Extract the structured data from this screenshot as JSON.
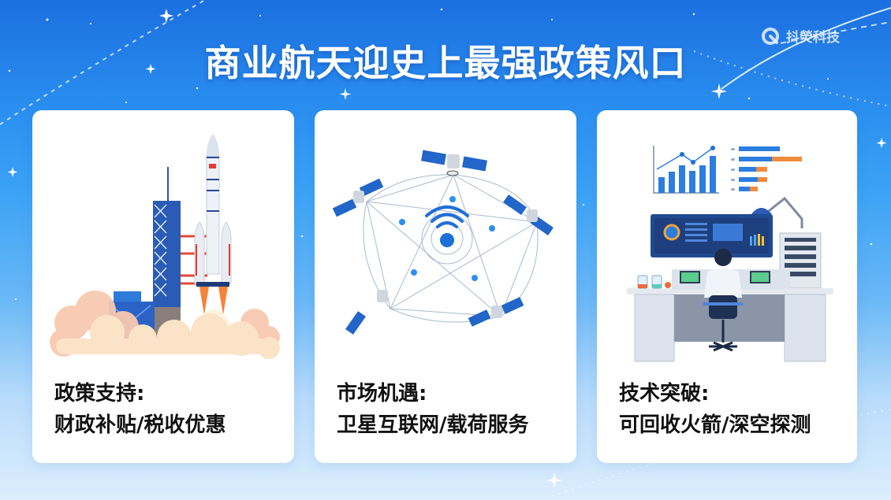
{
  "title": "商业航天迎史上最强政策风口",
  "brand": {
    "name": "抖熒科技",
    "logo_icon": "brand-logo-icon"
  },
  "cards": [
    {
      "heading": "政策支持:",
      "detail": "财政补贴/税收优惠",
      "illustration": "rocket-launch-icon"
    },
    {
      "heading": "市场机遇:",
      "detail": "卫星互联网/载荷服务",
      "illustration": "satellite-network-icon"
    },
    {
      "heading": "技术突破:",
      "detail": "可回收火箭/深空探测",
      "illustration": "research-lab-icon"
    }
  ],
  "colors": {
    "background_top": "#1b6fe0",
    "background_bottom": "#dceefd",
    "card": "#ffffff",
    "accent_blue": "#1f6fd8",
    "accent_orange": "#f08a3c",
    "accent_red": "#e53935"
  }
}
